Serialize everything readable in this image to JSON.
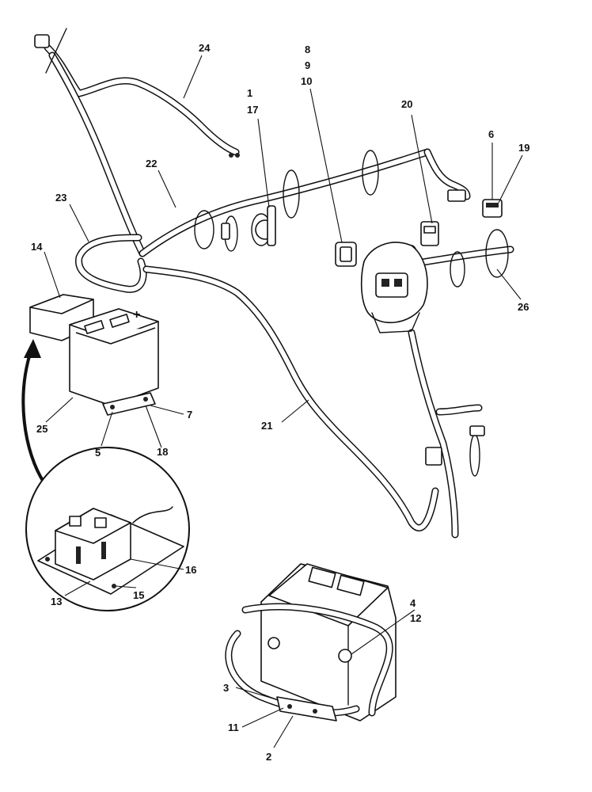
{
  "callouts": {
    "c1": "1",
    "c2": "2",
    "c3": "3",
    "c4": "4",
    "c5": "5",
    "c6": "6",
    "c7": "7",
    "c8": "8",
    "c9": "9",
    "c10": "10",
    "c11": "11",
    "c12": "12",
    "c13": "13",
    "c14": "14",
    "c15": "15",
    "c16": "16",
    "c17": "17",
    "c18": "18",
    "c19": "19",
    "c20": "20",
    "c21": "21",
    "c22": "22",
    "c23": "23",
    "c24": "24",
    "c25": "25",
    "c26": "26"
  },
  "battery": {
    "polarity_mark": "+"
  }
}
